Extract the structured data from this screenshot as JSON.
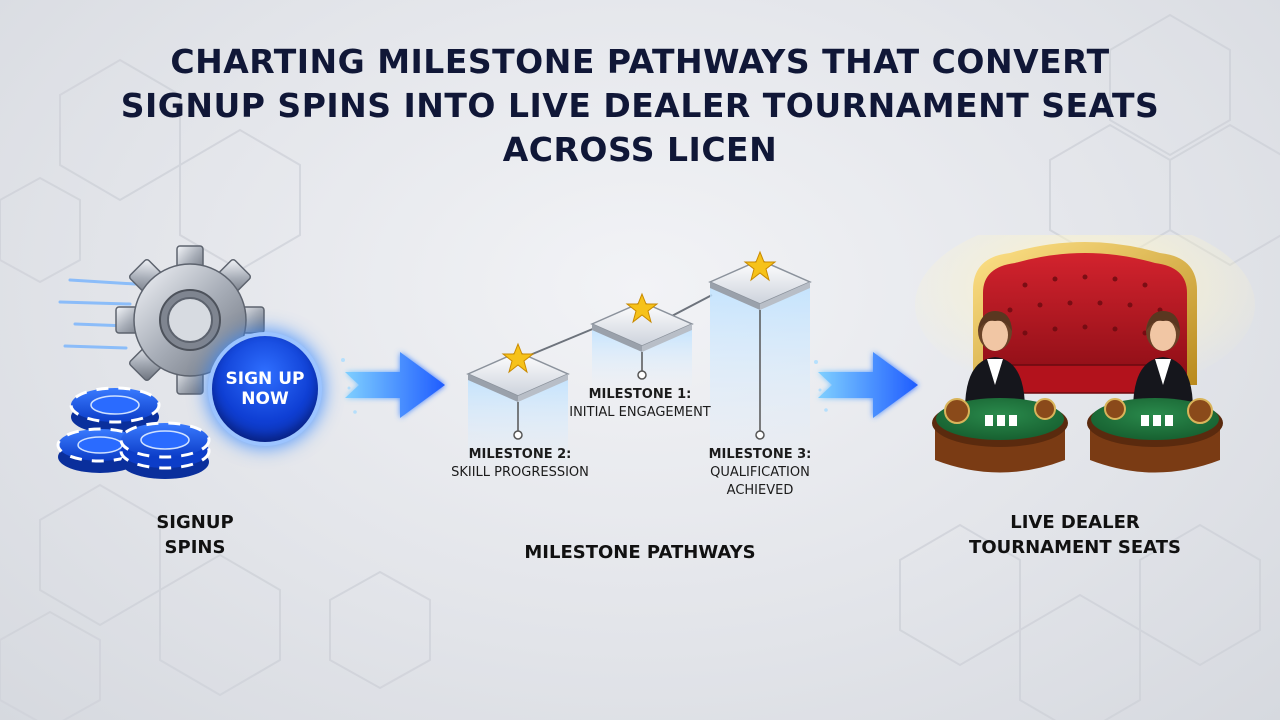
{
  "title": {
    "line1": "CHARTING MILESTONE PATHWAYS THAT CONVERT",
    "line2": "SIGNUP SPINS INTO LIVE DEALER TOURNAMENT SEATS",
    "line3": "ACROSS LICEN"
  },
  "signup": {
    "button_line1": "SIGN UP",
    "button_line2": "NOW",
    "label_line1": "SIGNUP",
    "label_line2": "SPINS"
  },
  "milestones": {
    "section_label": "MILESTONE PATHWAYS",
    "items": [
      {
        "title": "MILESTONE 1:",
        "subtitle_line1": "INITIAL ENGAGEMENT",
        "subtitle_line2": ""
      },
      {
        "title": "MILESTONE 2:",
        "subtitle_line1": "SKIILL PROGRESSION",
        "subtitle_line2": ""
      },
      {
        "title": "MILESTONE 3:",
        "subtitle_line1": "QUALIFICATION",
        "subtitle_line2": "ACHIEVED"
      }
    ]
  },
  "destination": {
    "label_line1": "LIVE DEALER",
    "label_line2": "TOURNAMENT SEATS"
  },
  "icons": {
    "gear": "gear-icon",
    "chips": "casino-chips-icon",
    "arrow": "arrow-right-icon",
    "star": "star-icon",
    "seat": "throne-seat-icon",
    "dealer": "dealer-icon",
    "table": "roulette-table-icon"
  },
  "colors": {
    "title": "#101737",
    "accent_blue": "#1f5cff",
    "star_gold": "#f6c21a",
    "seat_red": "#b3121c",
    "table_green": "#1e6b3a"
  }
}
